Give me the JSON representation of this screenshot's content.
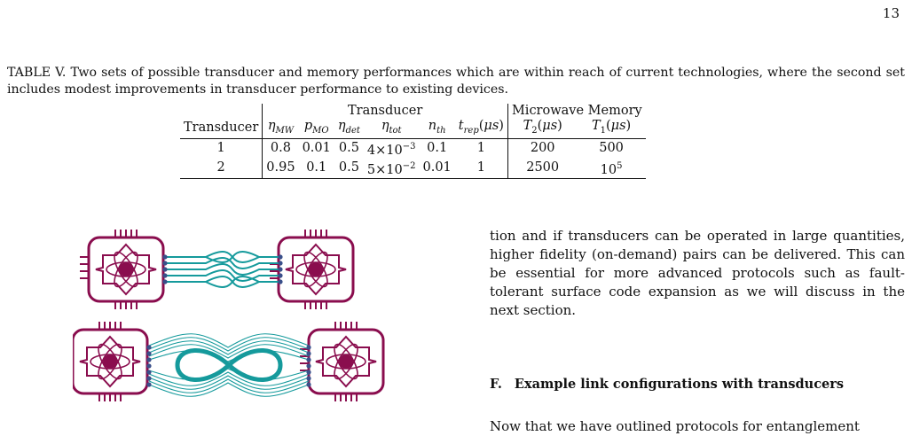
{
  "page_number": "13",
  "caption": "TABLE V. Two sets of possible transducer and memory performances which are within reach of current technologies, where the second set includes modest improvements in transducer performance to existing devices.",
  "table": {
    "group_transducer": "Transducer",
    "group_memory": "Microwave Memory",
    "row_header": "Transducer",
    "rows": [
      {
        "id": "1",
        "eta_mw": "0.8",
        "p_mo": "0.01",
        "eta_det": "0.5",
        "eta_tot_mant": "4",
        "eta_tot_exp": "−3",
        "n_th": "0.1",
        "t_rep": "1",
        "t2": "200",
        "t1": "500"
      },
      {
        "id": "2",
        "eta_mw": "0.95",
        "p_mo": "0.1",
        "eta_det": "0.5",
        "eta_tot_mant": "5",
        "eta_tot_exp": "−2",
        "n_th": "0.01",
        "t_rep": "1",
        "t2": "2500",
        "t1_exp": "5"
      }
    ]
  },
  "body_text": "tion and if transducers can be operated in large quantities, higher fidelity (on-demand) pairs can be delivered. This can be essential for more advanced protocols such as fault-tolerant surface code expansion as we will discuss in the next section.",
  "section": {
    "number": "F.",
    "title": "Example link configurations with transducers"
  },
  "continued_text": "Now that we have outlined protocols for entanglement"
}
